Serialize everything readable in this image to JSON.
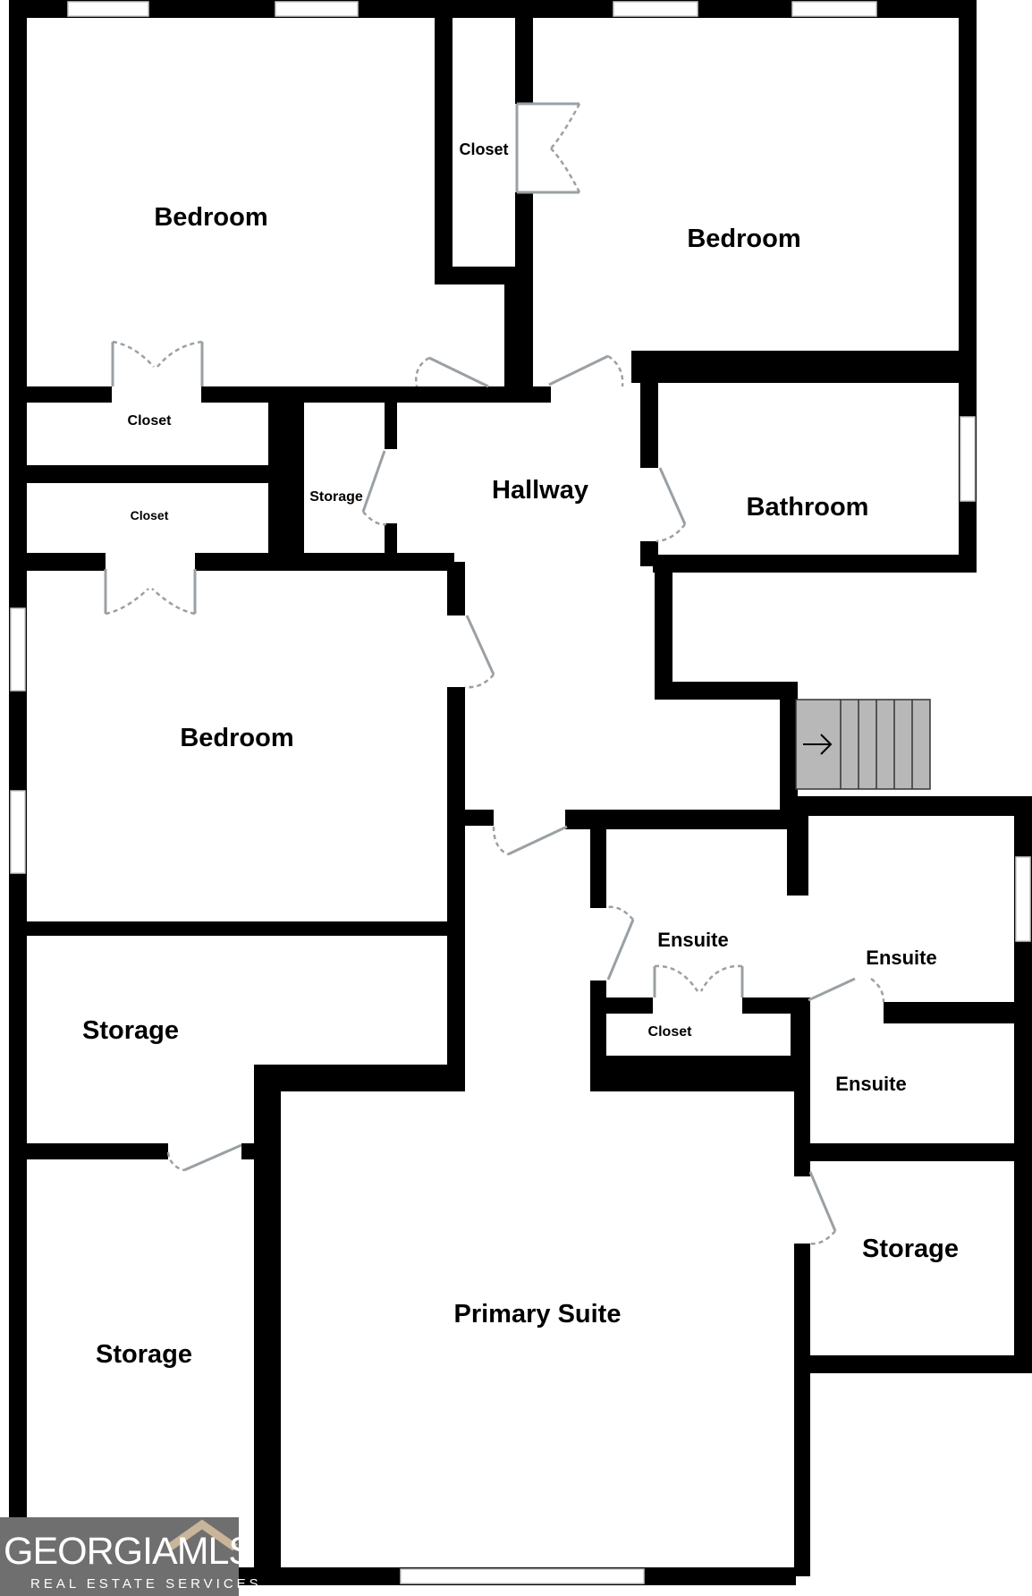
{
  "rooms": {
    "bedroom_1": "Bedroom",
    "bedroom_2": "Bedroom",
    "bedroom_3": "Bedroom",
    "closet_top": "Closet",
    "closet_left_upper": "Closet",
    "closet_left_lower": "Closet",
    "closet_ensuite": "Closet",
    "storage_small": "Storage",
    "hallway": "Hallway",
    "bathroom": "Bathroom",
    "storage_left_upper": "Storage",
    "storage_left_lower": "Storage",
    "storage_right": "Storage",
    "primary_suite": "Primary Suite",
    "ensuite_1": "Ensuite",
    "ensuite_2": "Ensuite",
    "ensuite_3": "Ensuite"
  },
  "logo": {
    "brand": "GEORGIAMLS",
    "subtitle": "REAL ESTATE SERVICES"
  },
  "colors": {
    "wall": "#000000",
    "door": "#9aa0a4",
    "stairs": "#b8b8b8",
    "logo_bg": "#6f6f6f"
  }
}
